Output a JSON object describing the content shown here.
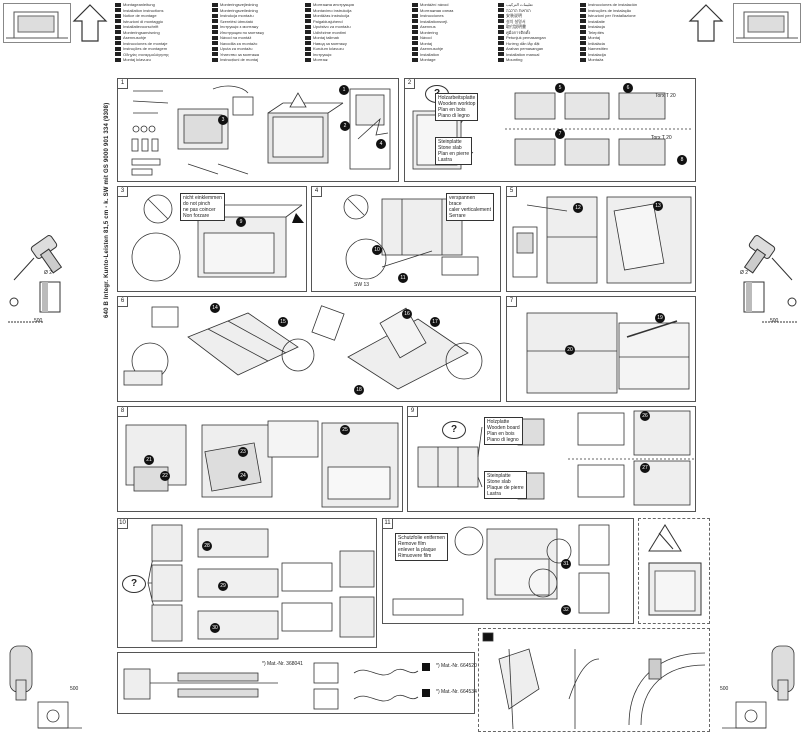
{
  "header": {
    "left_col1": [
      "Montageanleitung",
      "Installation instructions",
      "Notice de montage",
      "Istruzioni di montaggio",
      "Installatievoorschrift",
      "Monteringsanvisning",
      "Asennusohje",
      "Instrucciones de montaje",
      "Instruções de montagem",
      "Οδηγίες συναρμολόγησης",
      "Montaj kılavuzu"
    ],
    "left_col2": [
      "Monteringsvejledning",
      "Monteringsveiledning",
      "Instrukcja montażu",
      "Szerelési útmutató",
      "Інструкція з монтажу",
      "Инструкция по монтажу",
      "Návod na montáž",
      "Navodila za montažo",
      "Uputa za montažu",
      "Упатство за монтажа",
      "Instrucțiuni de montaj"
    ],
    "left_col3": [
      "Монтажна инструкция",
      "Montavimo instrukcija",
      "Montāžas instrukcija",
      "Paigaldusjuhend",
      "Uputstvo za montažu",
      "Udhëzime montimi",
      "Montaj talimatı",
      "Навод за монтажу",
      "Kurulum kılavuzu",
      "Інструкція",
      "Монтаж"
    ],
    "right_col1": [
      "Montážní návod",
      "Монтажная схема",
      "Instrucciones",
      "Installationsvejl.",
      "Asennus",
      "Montering",
      "Návod",
      "Montaj",
      "Asennusohje",
      "Installation",
      "Montage"
    ],
    "right_col2": [
      "تعليمات التركيب",
      "הוראות הרכבה",
      "安装说明",
      "설치 설명서",
      "取付説明書",
      "คู่มือการติดตั้ง",
      "Petunjuk pemasangan",
      "Hướng dẫn lắp đặt",
      "Arahan pemasangan",
      "Installation manual",
      "Mounting"
    ],
    "right_col3": [
      "Instrucciones de instalación",
      "Instruções de instalação",
      "Istruzioni per l'installazione",
      "Installatie",
      "Instalacja",
      "Telepítés",
      "Montaj",
      "Inštalácia",
      "Namestitev",
      "Instalacija",
      "Montaža"
    ]
  },
  "vertical_text": "640 B Integr. Kunto-Leisten 81,5 cm - k. SW mit GS   9000 901 334 (9308)",
  "panels": [
    {
      "num": "1"
    },
    {
      "num": "2"
    },
    {
      "num": "3"
    },
    {
      "num": "4"
    },
    {
      "num": "5"
    },
    {
      "num": "6"
    },
    {
      "num": "7"
    },
    {
      "num": "8"
    },
    {
      "num": "9"
    },
    {
      "num": "10"
    },
    {
      "num": "11"
    }
  ],
  "panel2": {
    "box1": [
      "Holzarbeitsplatte",
      "Wooden worktop",
      "Plan en bois",
      "Piano di legno"
    ],
    "box2": [
      "Steinplatte",
      "Stone slab",
      "Plan en pierre",
      "Lastra"
    ],
    "torx1": "Torx T 20",
    "torx2": "Torx T 20"
  },
  "panel3": {
    "box": [
      "nicht einklemmen",
      "do not pinch",
      "ne pas coincer",
      "Non forzare"
    ]
  },
  "panel4": {
    "box": [
      "verspannen",
      "brace",
      "caler verticalement",
      "Serrare"
    ],
    "label": "SW 13"
  },
  "panel9": {
    "box1": [
      "Holzplatte",
      "Wooden board",
      "Plan en bois",
      "Piano di legno"
    ],
    "box2": [
      "Steinplatte",
      "Stone slab",
      "Plaque de pierre",
      "Lastra"
    ]
  },
  "panel11": {
    "box": [
      "Schutzfolie entfernen",
      "Remove film",
      "enlever la plaque",
      "Rimuovere film"
    ]
  },
  "side_dims": {
    "left": "500",
    "right": "500",
    "small_left": "Ø 2",
    "small_right": "Ø 2"
  },
  "bottom": {
    "mat1": "*) Mat.-Nr. 368041",
    "mat2": "*) Mat.-Nr. 664520",
    "mat3": "*) Mat.-Nr. 664534",
    "dim_left": "500",
    "dim_right": "500"
  },
  "colors": {
    "line": "#333333",
    "fill": "#e6e6e6",
    "dark": "#111111"
  }
}
